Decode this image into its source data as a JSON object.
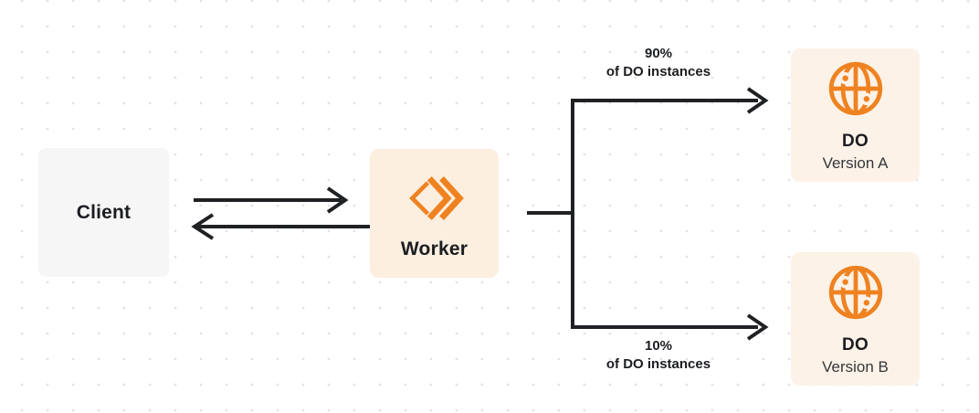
{
  "nodes": {
    "client": {
      "label": "Client"
    },
    "worker": {
      "label": "Worker",
      "icon": "workers-logo-icon"
    },
    "do_version_a": {
      "title": "DO",
      "subtitle": "Version A",
      "icon": "durable-object-globe-icon"
    },
    "do_version_b": {
      "title": "DO",
      "subtitle": "Version B",
      "icon": "durable-object-globe-icon"
    }
  },
  "edges": {
    "branch_a": {
      "percent": "90%",
      "caption": "of DO instances"
    },
    "branch_b": {
      "percent": "10%",
      "caption": "of DO instances"
    }
  },
  "colors": {
    "accent_orange": "#ef8220",
    "line": "#202124",
    "client_bg": "#f6f6f7",
    "worker_bg": "#fcefe0",
    "do_bg": "#fdf2e7"
  }
}
